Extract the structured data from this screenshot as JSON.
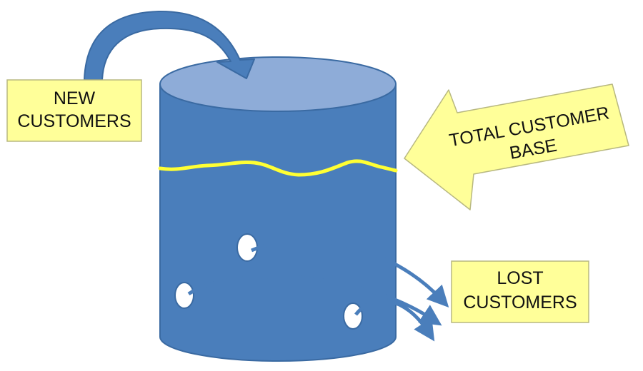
{
  "diagram": {
    "labels": {
      "new_customers": [
        "NEW",
        "CUSTOMERS"
      ],
      "total_customer_base": [
        "TOTAL CUSTOMER",
        "BASE"
      ],
      "lost_customers": [
        "LOST",
        "CUSTOMERS"
      ]
    },
    "colors": {
      "tank_body": "#4a7ebb",
      "tank_top": "#8eacd8",
      "tank_outline": "#3a6aa2",
      "water_line": "#ffff33",
      "label_fill": "#ffff99",
      "arrow_fill": "#4a7ebb"
    },
    "icons": {
      "inflow_arrow": "curved-arrow-down",
      "pointer_arrow": "block-arrow-left",
      "leak_arrows": "curved-arrow-right"
    }
  }
}
